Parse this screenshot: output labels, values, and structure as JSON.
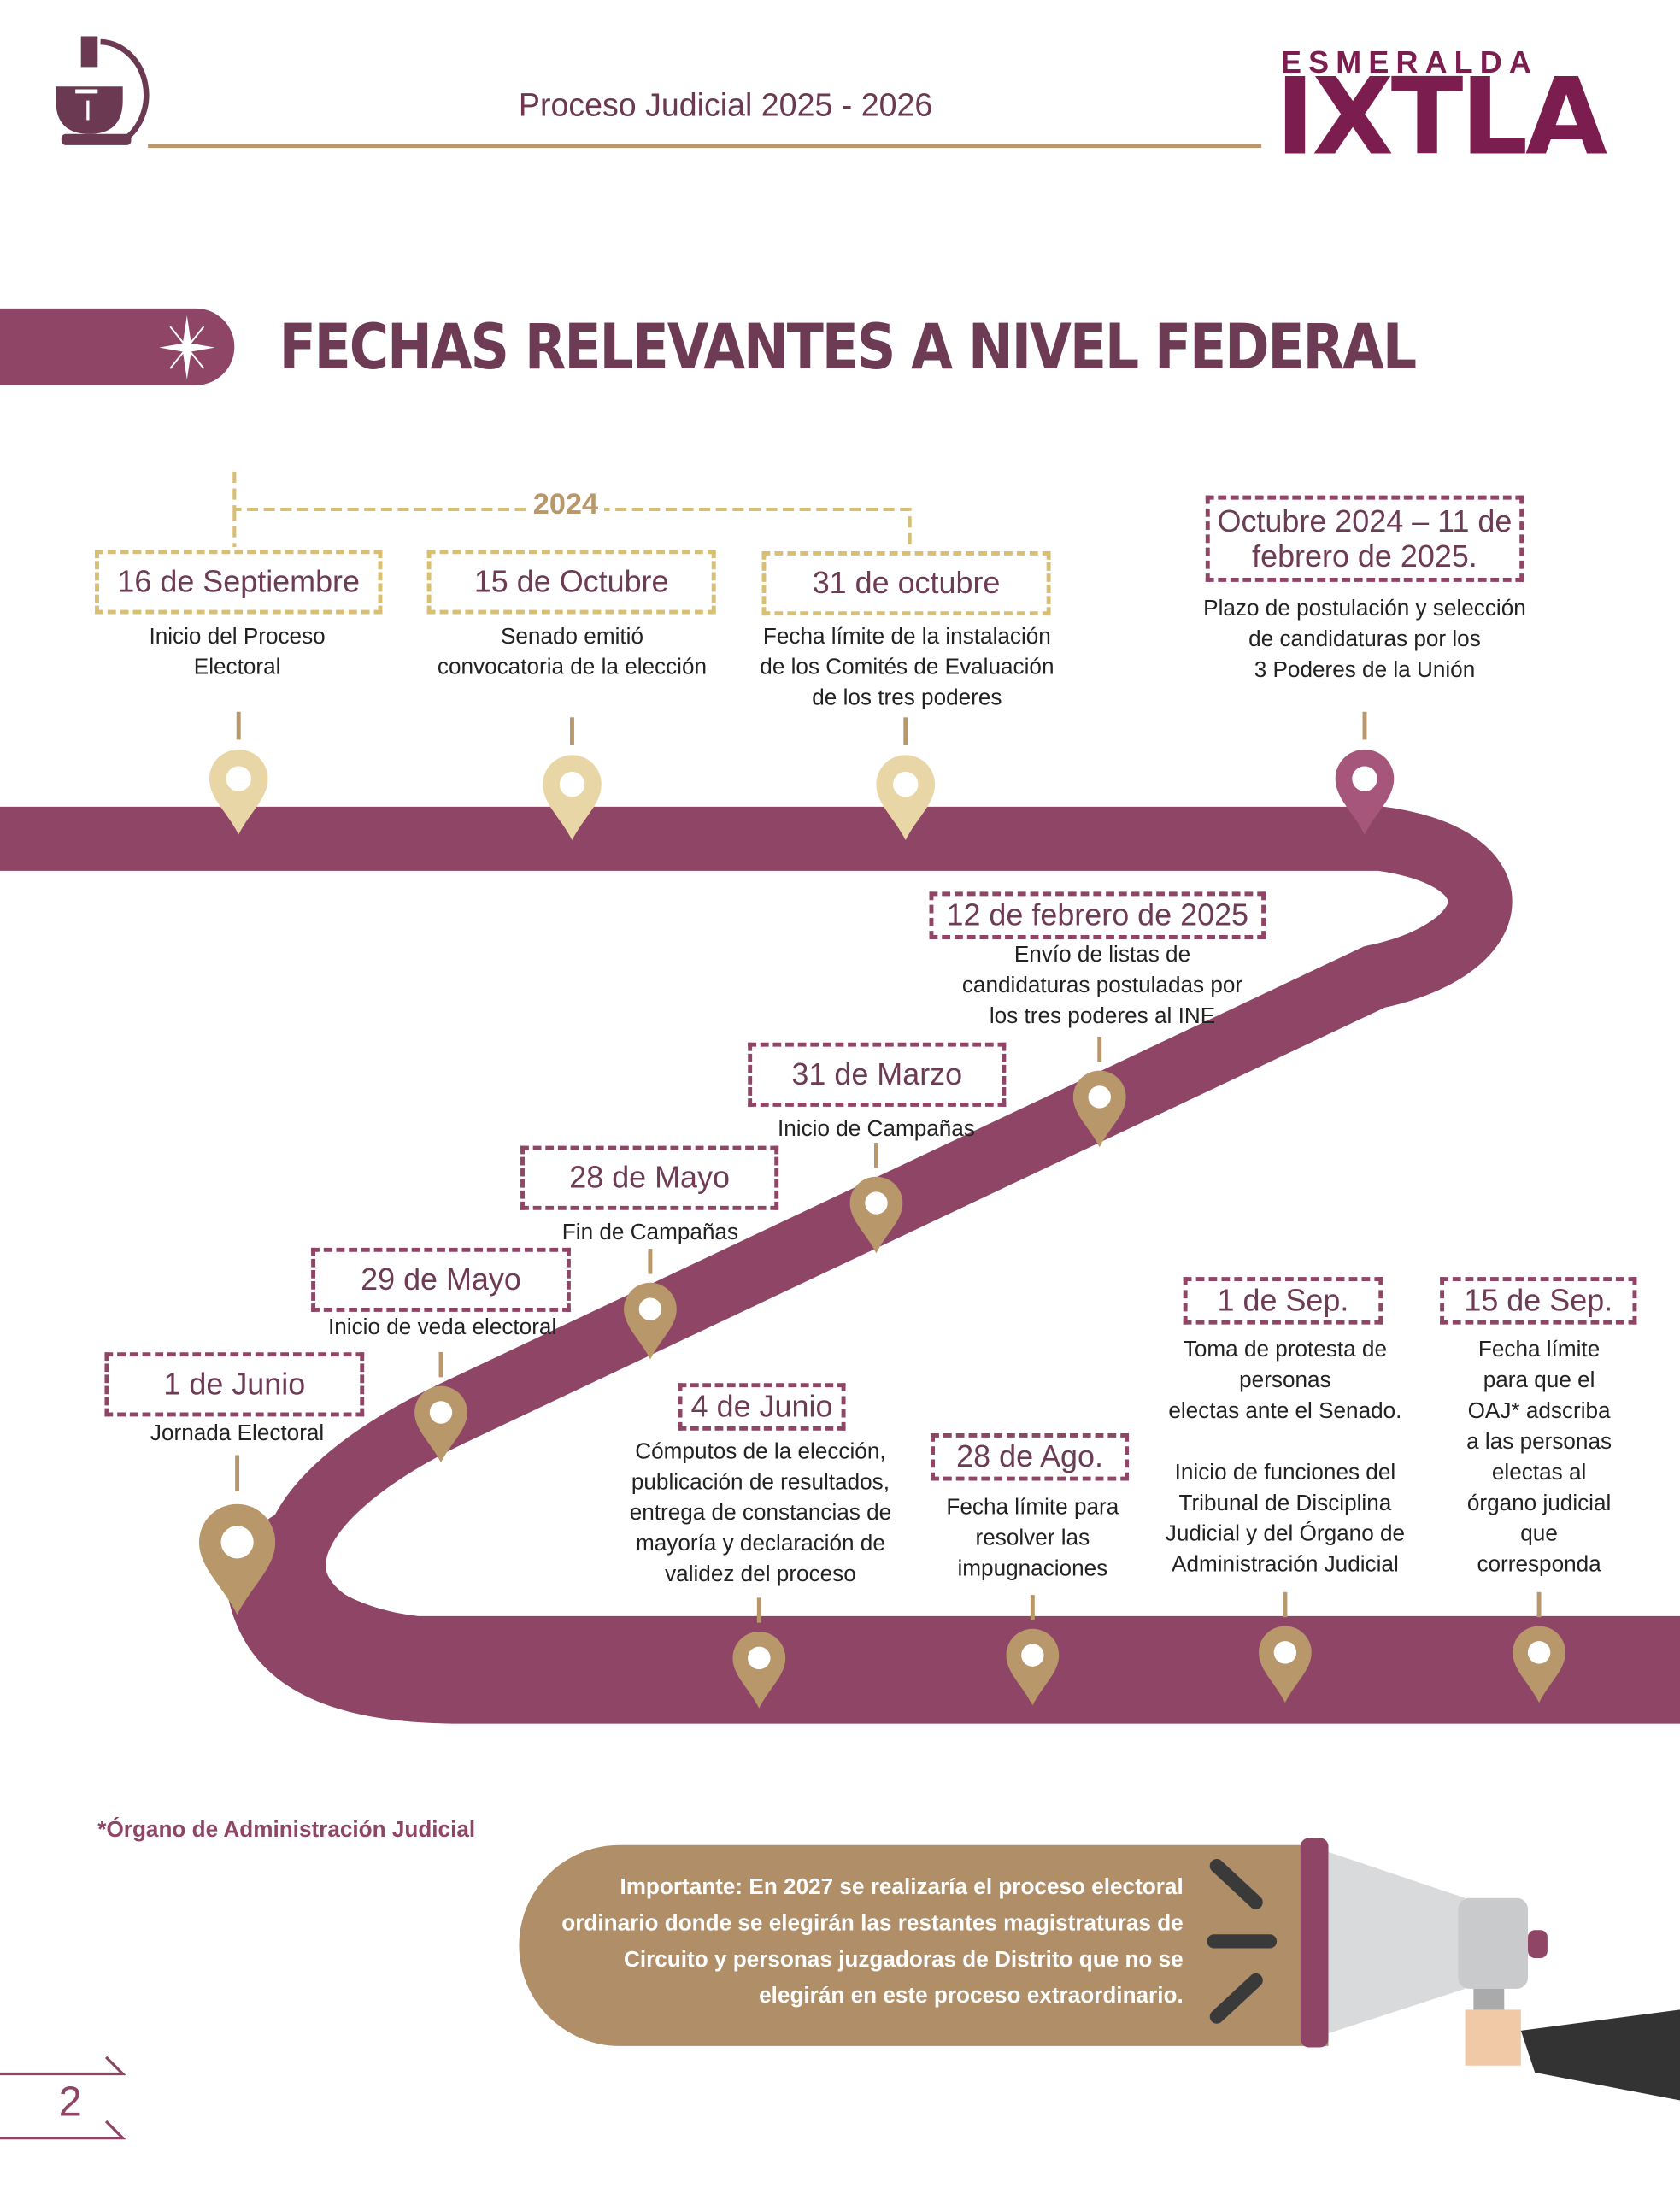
{
  "header": {
    "title": "Proceso Judicial 2025 - 2026",
    "logo_top": "ESMERALDA",
    "logo_main": "IXTLA"
  },
  "section_title": "FECHAS RELEVANTES A NIVEL FEDERAL",
  "year_label": "2024",
  "events": [
    {
      "date": "16 de Septiembre",
      "description": "Inicio del Proceso\nElectoral"
    },
    {
      "date": "15 de Octubre",
      "description": "Senado emitió\nconvocatoria de la elección"
    },
    {
      "date": "31 de octubre",
      "description": "Fecha límite de la instalación\nde los Comités de Evaluación\nde los tres poderes"
    },
    {
      "date": "Octubre 2024 – 11 de\nfebrero de 2025.",
      "description": "Plazo de postulación y selección\nde candidaturas por los\n3 Poderes de la Unión"
    },
    {
      "date": "12 de febrero de 2025",
      "description": "Envío de listas de\ncandidaturas postuladas por\nlos tres poderes al INE"
    },
    {
      "date": "31 de Marzo",
      "description": "Inicio de Campañas"
    },
    {
      "date": "28 de Mayo",
      "description": "Fin de Campañas"
    },
    {
      "date": "29 de Mayo",
      "description": "Inicio de veda electoral"
    },
    {
      "date": "1 de Junio",
      "description": "Jornada Electoral"
    },
    {
      "date": "4 de Junio",
      "description": "Cómputos de la elección,\npublicación de resultados,\nentrega de constancias de\nmayoría y declaración de\nvalidez del proceso"
    },
    {
      "date": "28 de Ago.",
      "description": "Fecha límite para\nresolver las\nimpugnaciones"
    },
    {
      "date": "1 de Sep.",
      "description": "Toma de protesta de\npersonas\nelectas ante el Senado.\n\nInicio de funciones del\nTribunal de Disciplina\nJudicial y del Órgano de\nAdministración Judicial"
    },
    {
      "date": "15 de Sep.",
      "description": "Fecha límite\npara que el\nOAJ* adscriba\na las personas\nelectas al\nórgano judicial\nque\ncorresponda"
    }
  ],
  "footnote": "*Órgano de Administración Judicial",
  "callout": "Importante: En 2027 se realizaría el proceso electoral ordinario donde se elegirán las restantes magistraturas de Circuito y personas juzgadoras de Distrito que no se elegirán en este proceso extraordinario.",
  "page_number": "2",
  "colors": {
    "road": "#8f4565",
    "gold": "#b8976a",
    "light_gold": "#d9bf72",
    "title": "#6e3b55"
  }
}
